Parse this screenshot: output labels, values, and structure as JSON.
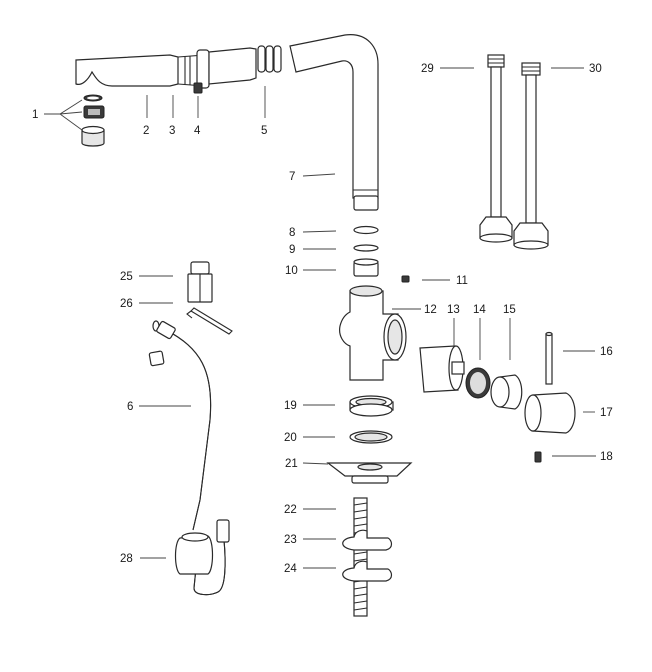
{
  "labels": {
    "p1": "1",
    "p2": "2",
    "p3": "3",
    "p4": "4",
    "p5": "5",
    "p6": "6",
    "p7": "7",
    "p8": "8",
    "p9": "9",
    "p10": "10",
    "p11": "11",
    "p12": "12",
    "p13": "13",
    "p14": "14",
    "p15": "15",
    "p16": "16",
    "p17": "17",
    "p18": "18",
    "p19": "19",
    "p20": "20",
    "p21": "21",
    "p22": "22",
    "p23": "23",
    "p24": "24",
    "p25": "25",
    "p26": "26",
    "p28": "28",
    "p29": "29",
    "p30": "30"
  }
}
